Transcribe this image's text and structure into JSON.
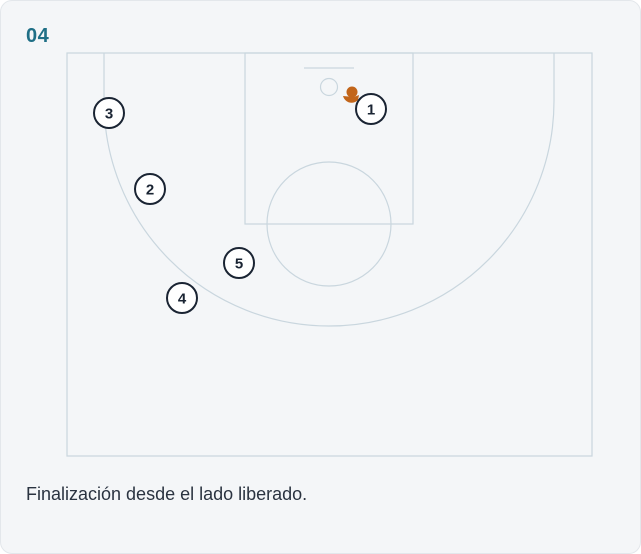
{
  "step": {
    "number": "04"
  },
  "caption": "Finalización desde el lado liberado.",
  "players": [
    {
      "label": "1",
      "has_ball": true
    },
    {
      "label": "2",
      "has_ball": false
    },
    {
      "label": "3",
      "has_ball": false
    },
    {
      "label": "4",
      "has_ball": false
    },
    {
      "label": "5",
      "has_ball": false
    }
  ],
  "colors": {
    "court_lines": "#c9d6de",
    "player_stroke": "#1a2433",
    "ball": "#c2651a",
    "accent": "#1f6f86"
  },
  "icons": {
    "ball": "basketball-icon"
  }
}
